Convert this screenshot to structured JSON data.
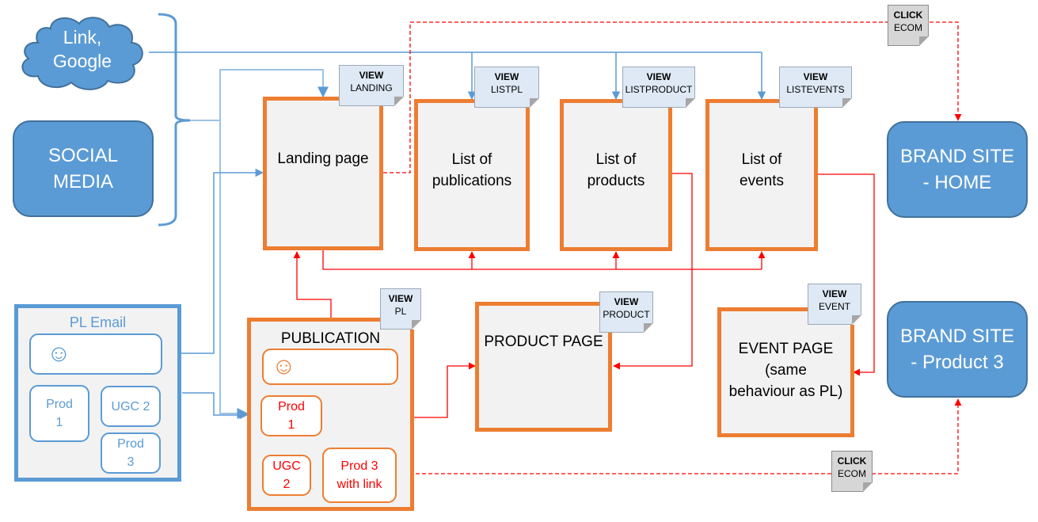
{
  "diagram": {
    "sources": {
      "cloud_label": [
        "Link,",
        "Google"
      ],
      "social_media_label": [
        "SOCIAL",
        "MEDIA"
      ]
    },
    "pages": {
      "landing": {
        "label": [
          "Landing page"
        ],
        "note": {
          "title": "VIEW",
          "event": "LANDING"
        }
      },
      "list_publications": {
        "label": [
          "List of",
          "publications"
        ],
        "note": {
          "title": "VIEW",
          "event": "LISTPL"
        }
      },
      "list_products": {
        "label": [
          "List of",
          "products"
        ],
        "note": {
          "title": "VIEW",
          "event": "LISTPRODUCT"
        }
      },
      "list_events": {
        "label": [
          "List of",
          "events"
        ],
        "note": {
          "title": "VIEW",
          "event": "LISTEVENTS"
        }
      },
      "publication": {
        "label": "PUBLICATION",
        "note": {
          "title": "VIEW",
          "event": "PL"
        }
      },
      "product_page": {
        "label": "PRODUCT PAGE",
        "note": {
          "title": "VIEW",
          "event": "PRODUCT"
        }
      },
      "event_page": {
        "label": [
          "EVENT PAGE",
          "(same",
          "behaviour as PL)"
        ],
        "note": {
          "title": "VIEW",
          "event": "EVENT"
        }
      }
    },
    "brand_sites": {
      "home": [
        "BRAND SITE",
        "- HOME"
      ],
      "product3": [
        "BRAND SITE",
        "- Product 3"
      ]
    },
    "click_notes": [
      {
        "title": "CLICK",
        "event": "ECOM"
      },
      {
        "title": "CLICK",
        "event": "ECOM"
      }
    ],
    "email": {
      "title": "PL Email",
      "header_icon": "smiley-icon",
      "cards": [
        [
          "Prod",
          "1"
        ],
        [
          "UGC 2"
        ],
        [
          "Prod",
          "3"
        ]
      ]
    },
    "publication_cards": [
      [
        "Prod",
        "1"
      ],
      [
        "UGC",
        "2"
      ],
      [
        "Prod 3",
        "with link"
      ]
    ],
    "colors": {
      "page_border": "#ed7d31",
      "blue": "#5b9bd5",
      "nav_line": "#ff0000",
      "note_blue": "#dee9f5",
      "note_grey": "#d6d6d6"
    }
  }
}
